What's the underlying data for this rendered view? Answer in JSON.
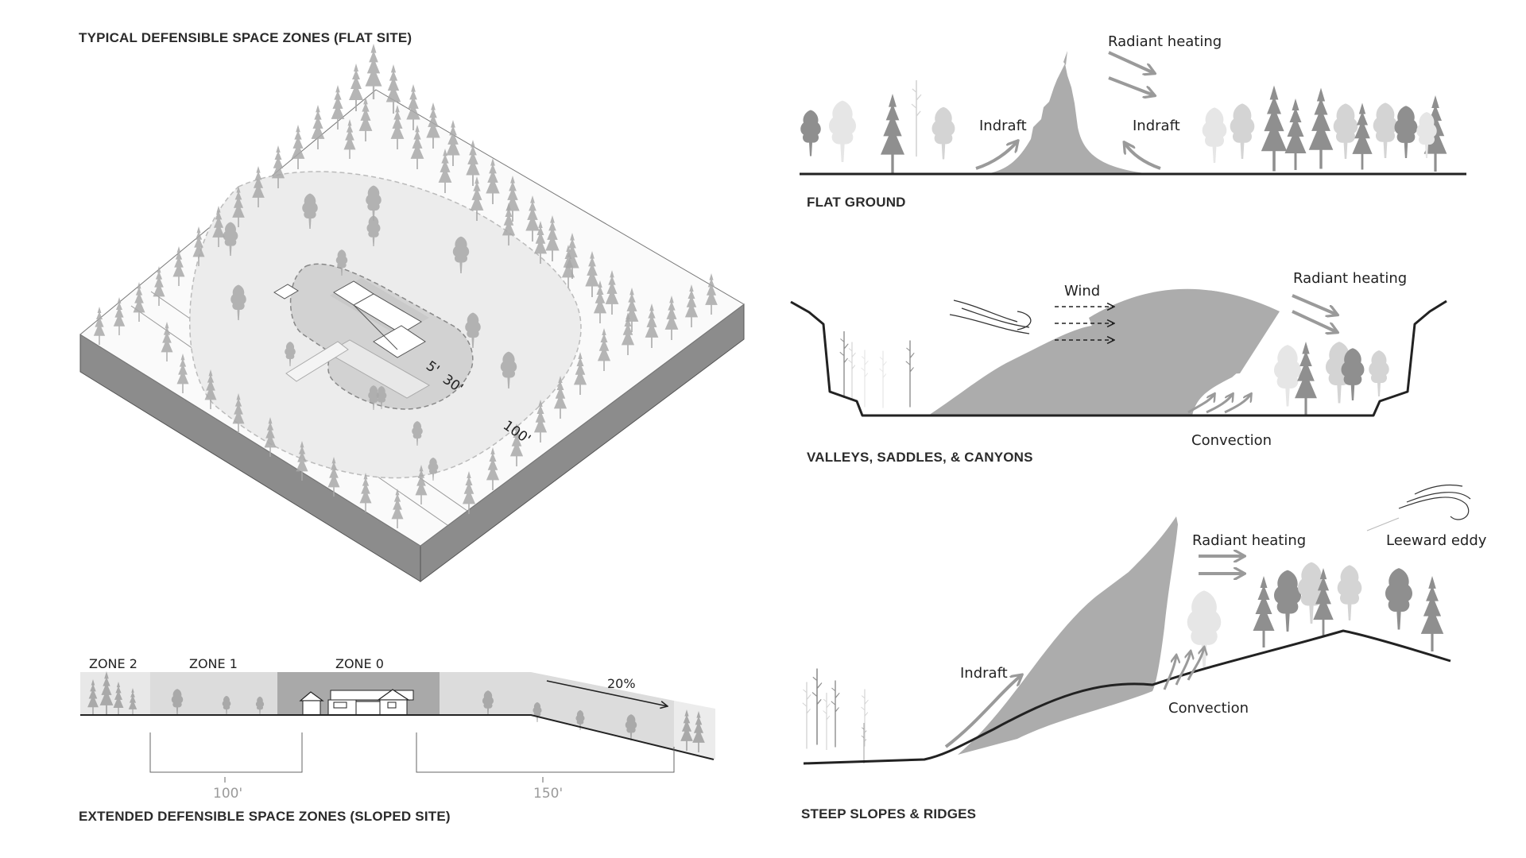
{
  "left": {
    "flat_site": {
      "title": "TYPICAL DEFENSIBLE SPACE ZONES (FLAT SITE)",
      "distances": [
        "5'",
        "30'",
        "100'"
      ]
    },
    "sloped_site": {
      "title": "EXTENDED DEFENSIBLE SPACE ZONES (SLOPED SITE)",
      "zones": [
        "ZONE 2",
        "ZONE 1",
        "ZONE 0"
      ],
      "slope_label": "20%",
      "measurements": [
        "100'",
        "150'"
      ]
    }
  },
  "right": {
    "flat_ground": {
      "title": "FLAT GROUND",
      "labels": {
        "radiant": "Radiant heating",
        "indraft_left": "Indraft",
        "indraft_right": "Indraft"
      }
    },
    "valleys": {
      "title": "VALLEYS, SADDLES, & CANYONS",
      "labels": {
        "wind": "Wind",
        "radiant": "Radiant heating",
        "convection": "Convection"
      }
    },
    "steep_slopes": {
      "title": "STEEP SLOPES & RIDGES",
      "labels": {
        "radiant": "Radiant heating",
        "leeward": "Leeward eddy",
        "indraft": "Indraft",
        "convection": "Convection"
      }
    }
  },
  "colors": {
    "flame": "#acacac",
    "zone0": "#a9a9a9",
    "zone1": "#dcdcdc",
    "zone2": "#e8e8e8",
    "block_side": "#8c8c8c",
    "ground_line": "#222222"
  }
}
